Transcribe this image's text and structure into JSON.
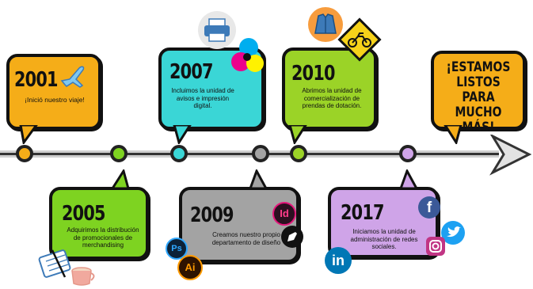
{
  "colors": {
    "y2001": "#f5ad18",
    "y2005": "#7ed321",
    "y2007": "#3ad6d6",
    "y2009": "#a3a3a3",
    "y2010": "#9bd327",
    "y2017": "#cfa4e8",
    "final": "#f5ad18",
    "line": "#333333"
  },
  "milestones": [
    {
      "year": "2001",
      "text": "¡Inició nuestro viaje!"
    },
    {
      "year": "2005",
      "text": "Adquirimos la distribución de promocionales de merchandising"
    },
    {
      "year": "2007",
      "text": "Incluimos la unidad de avisos e impresión digital."
    },
    {
      "year": "2009",
      "text": "Creamos nuestro propio departamento de diseño"
    },
    {
      "year": "2010",
      "text": "Abrimos la unidad de comercialización de prendas de dotación."
    },
    {
      "year": "2017",
      "text": "Iniciamos la unidad de administración de redes sociales."
    }
  ],
  "final": {
    "line1": "¡ESTAMOS",
    "line2": "LISTOS PARA",
    "line3": "MUCHO MÁS!"
  },
  "icons": {
    "ps": "Ps",
    "ai": "Ai",
    "id": "Id",
    "linkedin": "in",
    "facebook": "f"
  }
}
